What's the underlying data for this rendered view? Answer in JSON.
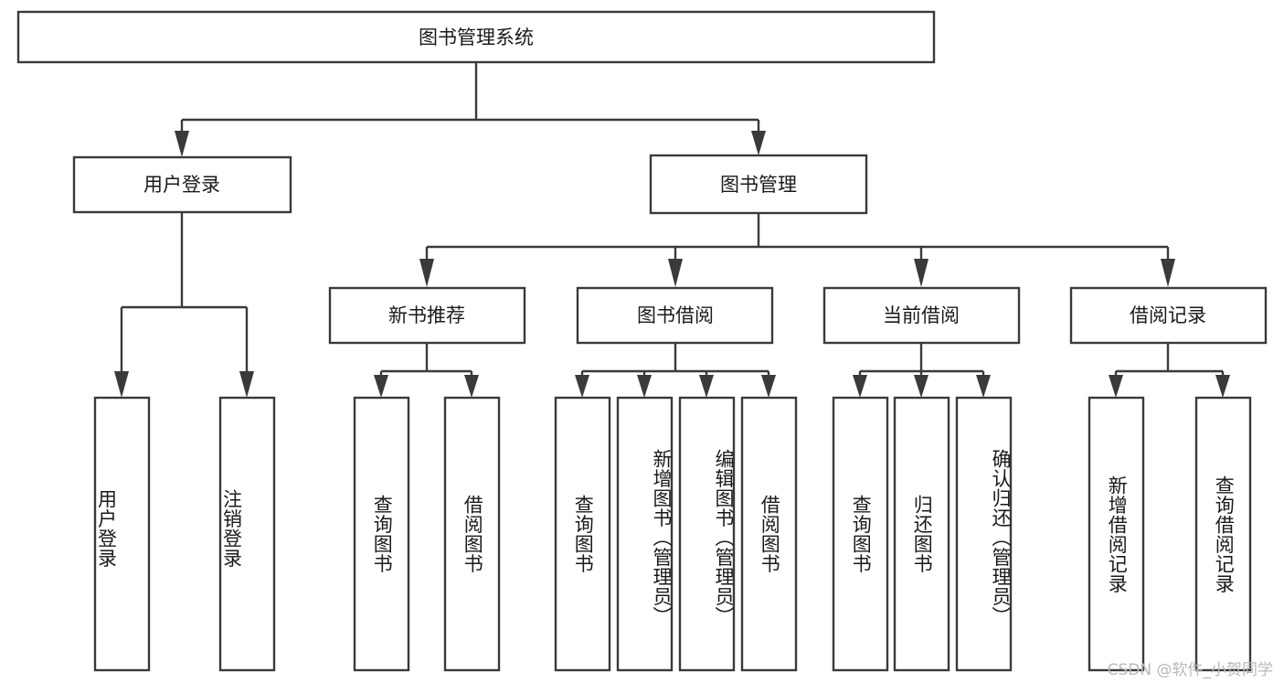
{
  "diagram": {
    "title": "图书管理系统",
    "type": "tree",
    "orientation": "top-down",
    "root": {
      "id": "root",
      "label": "图书管理系统"
    },
    "level2": [
      {
        "id": "user-login",
        "label": "用户登录"
      },
      {
        "id": "book-manage",
        "label": "图书管理"
      }
    ],
    "level3": [
      {
        "id": "new-book-recommend",
        "label": "新书推荐",
        "parent": "book-manage"
      },
      {
        "id": "book-borrow",
        "label": "图书借阅",
        "parent": "book-manage"
      },
      {
        "id": "current-borrow",
        "label": "当前借阅",
        "parent": "book-manage"
      },
      {
        "id": "borrow-record",
        "label": "借阅记录",
        "parent": "book-manage"
      }
    ],
    "leaves": [
      {
        "id": "leaf-user-login",
        "label": "用户登录",
        "parent": "user-login",
        "align": "bottom"
      },
      {
        "id": "leaf-logout",
        "label": "注销登录",
        "parent": "user-login",
        "align": "bottom"
      },
      {
        "id": "leaf-query-book-1",
        "label": "查询图书",
        "parent": "new-book-recommend",
        "align": "center"
      },
      {
        "id": "leaf-borrow-book-1",
        "label": "借阅图书",
        "parent": "new-book-recommend",
        "align": "center"
      },
      {
        "id": "leaf-query-book-2",
        "label": "查询图书",
        "parent": "book-borrow",
        "align": "center"
      },
      {
        "id": "leaf-add-book",
        "label": "新增图书（管理员）",
        "parent": "book-borrow",
        "align": "top"
      },
      {
        "id": "leaf-edit-book",
        "label": "编辑图书（管理员）",
        "parent": "book-borrow",
        "align": "top"
      },
      {
        "id": "leaf-borrow-book-2",
        "label": "借阅图书",
        "parent": "book-borrow",
        "align": "center"
      },
      {
        "id": "leaf-query-book-3",
        "label": "查询图书",
        "parent": "current-borrow",
        "align": "center"
      },
      {
        "id": "leaf-return-book",
        "label": "归还图书",
        "parent": "current-borrow",
        "align": "center"
      },
      {
        "id": "leaf-confirm-return",
        "label": "确认归还（管理员）",
        "parent": "current-borrow",
        "align": "top"
      },
      {
        "id": "leaf-add-record",
        "label": "新增借阅记录",
        "parent": "borrow-record",
        "align": "center"
      },
      {
        "id": "leaf-query-record",
        "label": "查询借阅记录",
        "parent": "borrow-record",
        "align": "center"
      }
    ]
  },
  "colors": {
    "stroke": "#3a3a3a",
    "box_fill": "#ffffff",
    "text": "#1a1a1a",
    "background": "#ffffff",
    "watermark": "#b8b8b8"
  },
  "watermark": {
    "text": "CSDN @软件_小贺同学"
  }
}
